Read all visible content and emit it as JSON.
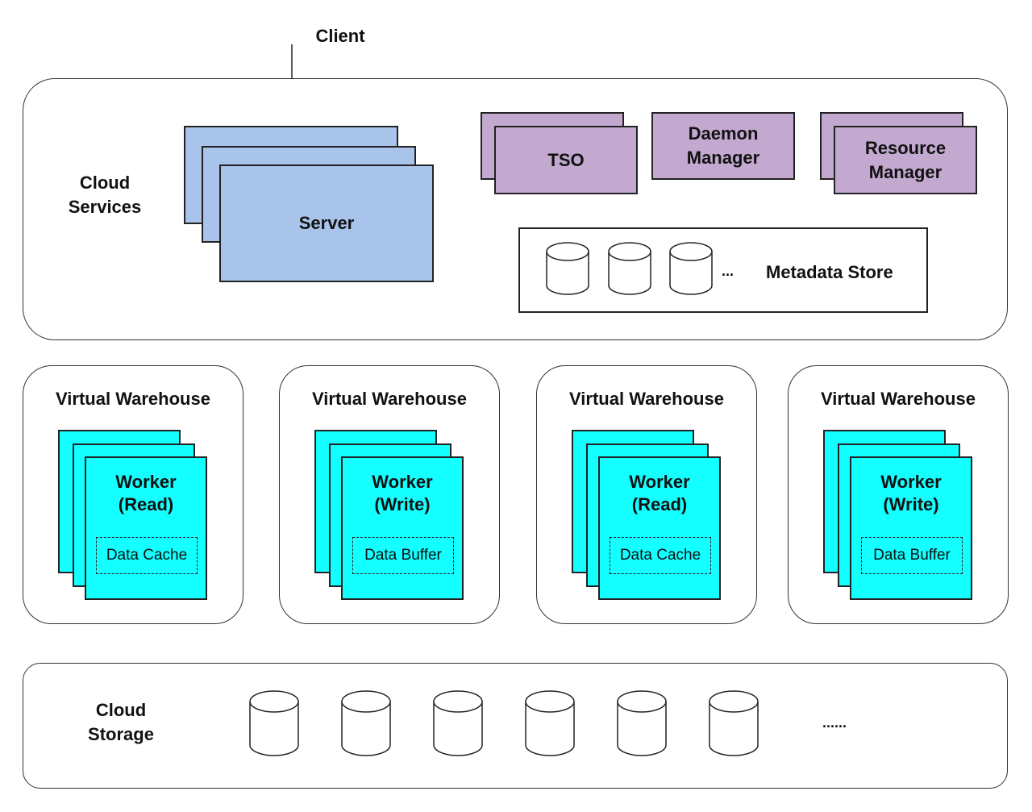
{
  "client": {
    "label": "Client"
  },
  "cloud_services": {
    "label_line1": "Cloud",
    "label_line2": "Services",
    "server": {
      "label": "Server"
    },
    "tso": {
      "label": "TSO"
    },
    "daemon_manager": {
      "line1": "Daemon",
      "line2": "Manager"
    },
    "resource_manager": {
      "line1": "Resource",
      "line2": "Manager"
    },
    "metadata_store": {
      "label": "Metadata Store",
      "ellipsis": "..."
    }
  },
  "virtual_warehouses": [
    {
      "title": "Virtual Warehouse",
      "worker_line1": "Worker",
      "worker_line2": "(Read)",
      "component": "Data Cache"
    },
    {
      "title": "Virtual Warehouse",
      "worker_line1": "Worker",
      "worker_line2": "(Write)",
      "component": "Data Buffer"
    },
    {
      "title": "Virtual Warehouse",
      "worker_line1": "Worker",
      "worker_line2": "(Read)",
      "component": "Data Cache"
    },
    {
      "title": "Virtual Warehouse",
      "worker_line1": "Worker",
      "worker_line2": "(Write)",
      "component": "Data Buffer"
    }
  ],
  "cloud_storage": {
    "label_line1": "Cloud",
    "label_line2": "Storage",
    "ellipsis": "......",
    "disk_count": 6
  }
}
